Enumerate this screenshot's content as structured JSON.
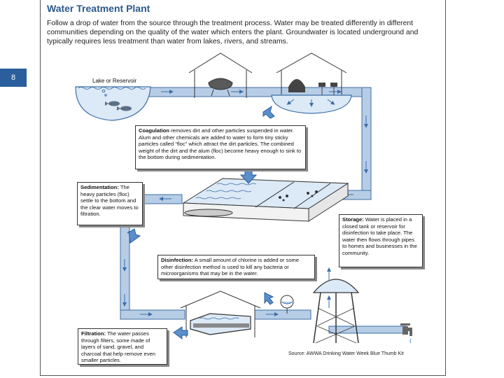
{
  "page_number": "8",
  "title": "Water Treatment Plant",
  "intro": "Follow a drop of water from the source through the treatment process. Water may be treated differently in different communities depending on the quality of the water which enters the plant. Groundwater is located underground and typically requires less treatment than water from lakes, rivers, and streams.",
  "labels": {
    "lake": "Lake or Reservoir"
  },
  "boxes": {
    "coagulation": {
      "head": "Coagulation",
      "text": " removes dirt and other particles suspended in water. Alum and other chemicals are added to water to form tiny sticky particles called “floc” which attract the dirt particles. The combined weight of the dirt and the alum (floc) become heavy enough to sink to the bottom during sedimentation."
    },
    "sedimentation": {
      "head": "Sedimentation:",
      "text": " The heavy particles (floc) settle to the bottom and the clear water moves to filtration."
    },
    "storage": {
      "head": "Storage:",
      "text": " Water is placed in a closed tank or reservoir for disinfection to take place. The water then flows through pipes to homes and businesses in the community."
    },
    "disinfection": {
      "head": "Disinfection:",
      "text": " A small amount of chlorine is added or some other disinfection method is used to kill any bacteria or microorganisms that may be in the water."
    },
    "filtration": {
      "head": "Filtration:",
      "text": " The water passes through filters, some made of layers of sand, gravel, and charcoal that help remove even smaller particles."
    }
  },
  "source": "Source: AWWA Drinking Water Week Blue Thumb Kit",
  "colors": {
    "pipe": "#b7cde6",
    "pipe_edge": "#3d6ea6",
    "water": "#dce9f6",
    "arrow": "#5b8fcc",
    "accent": "#2a5e9c"
  }
}
